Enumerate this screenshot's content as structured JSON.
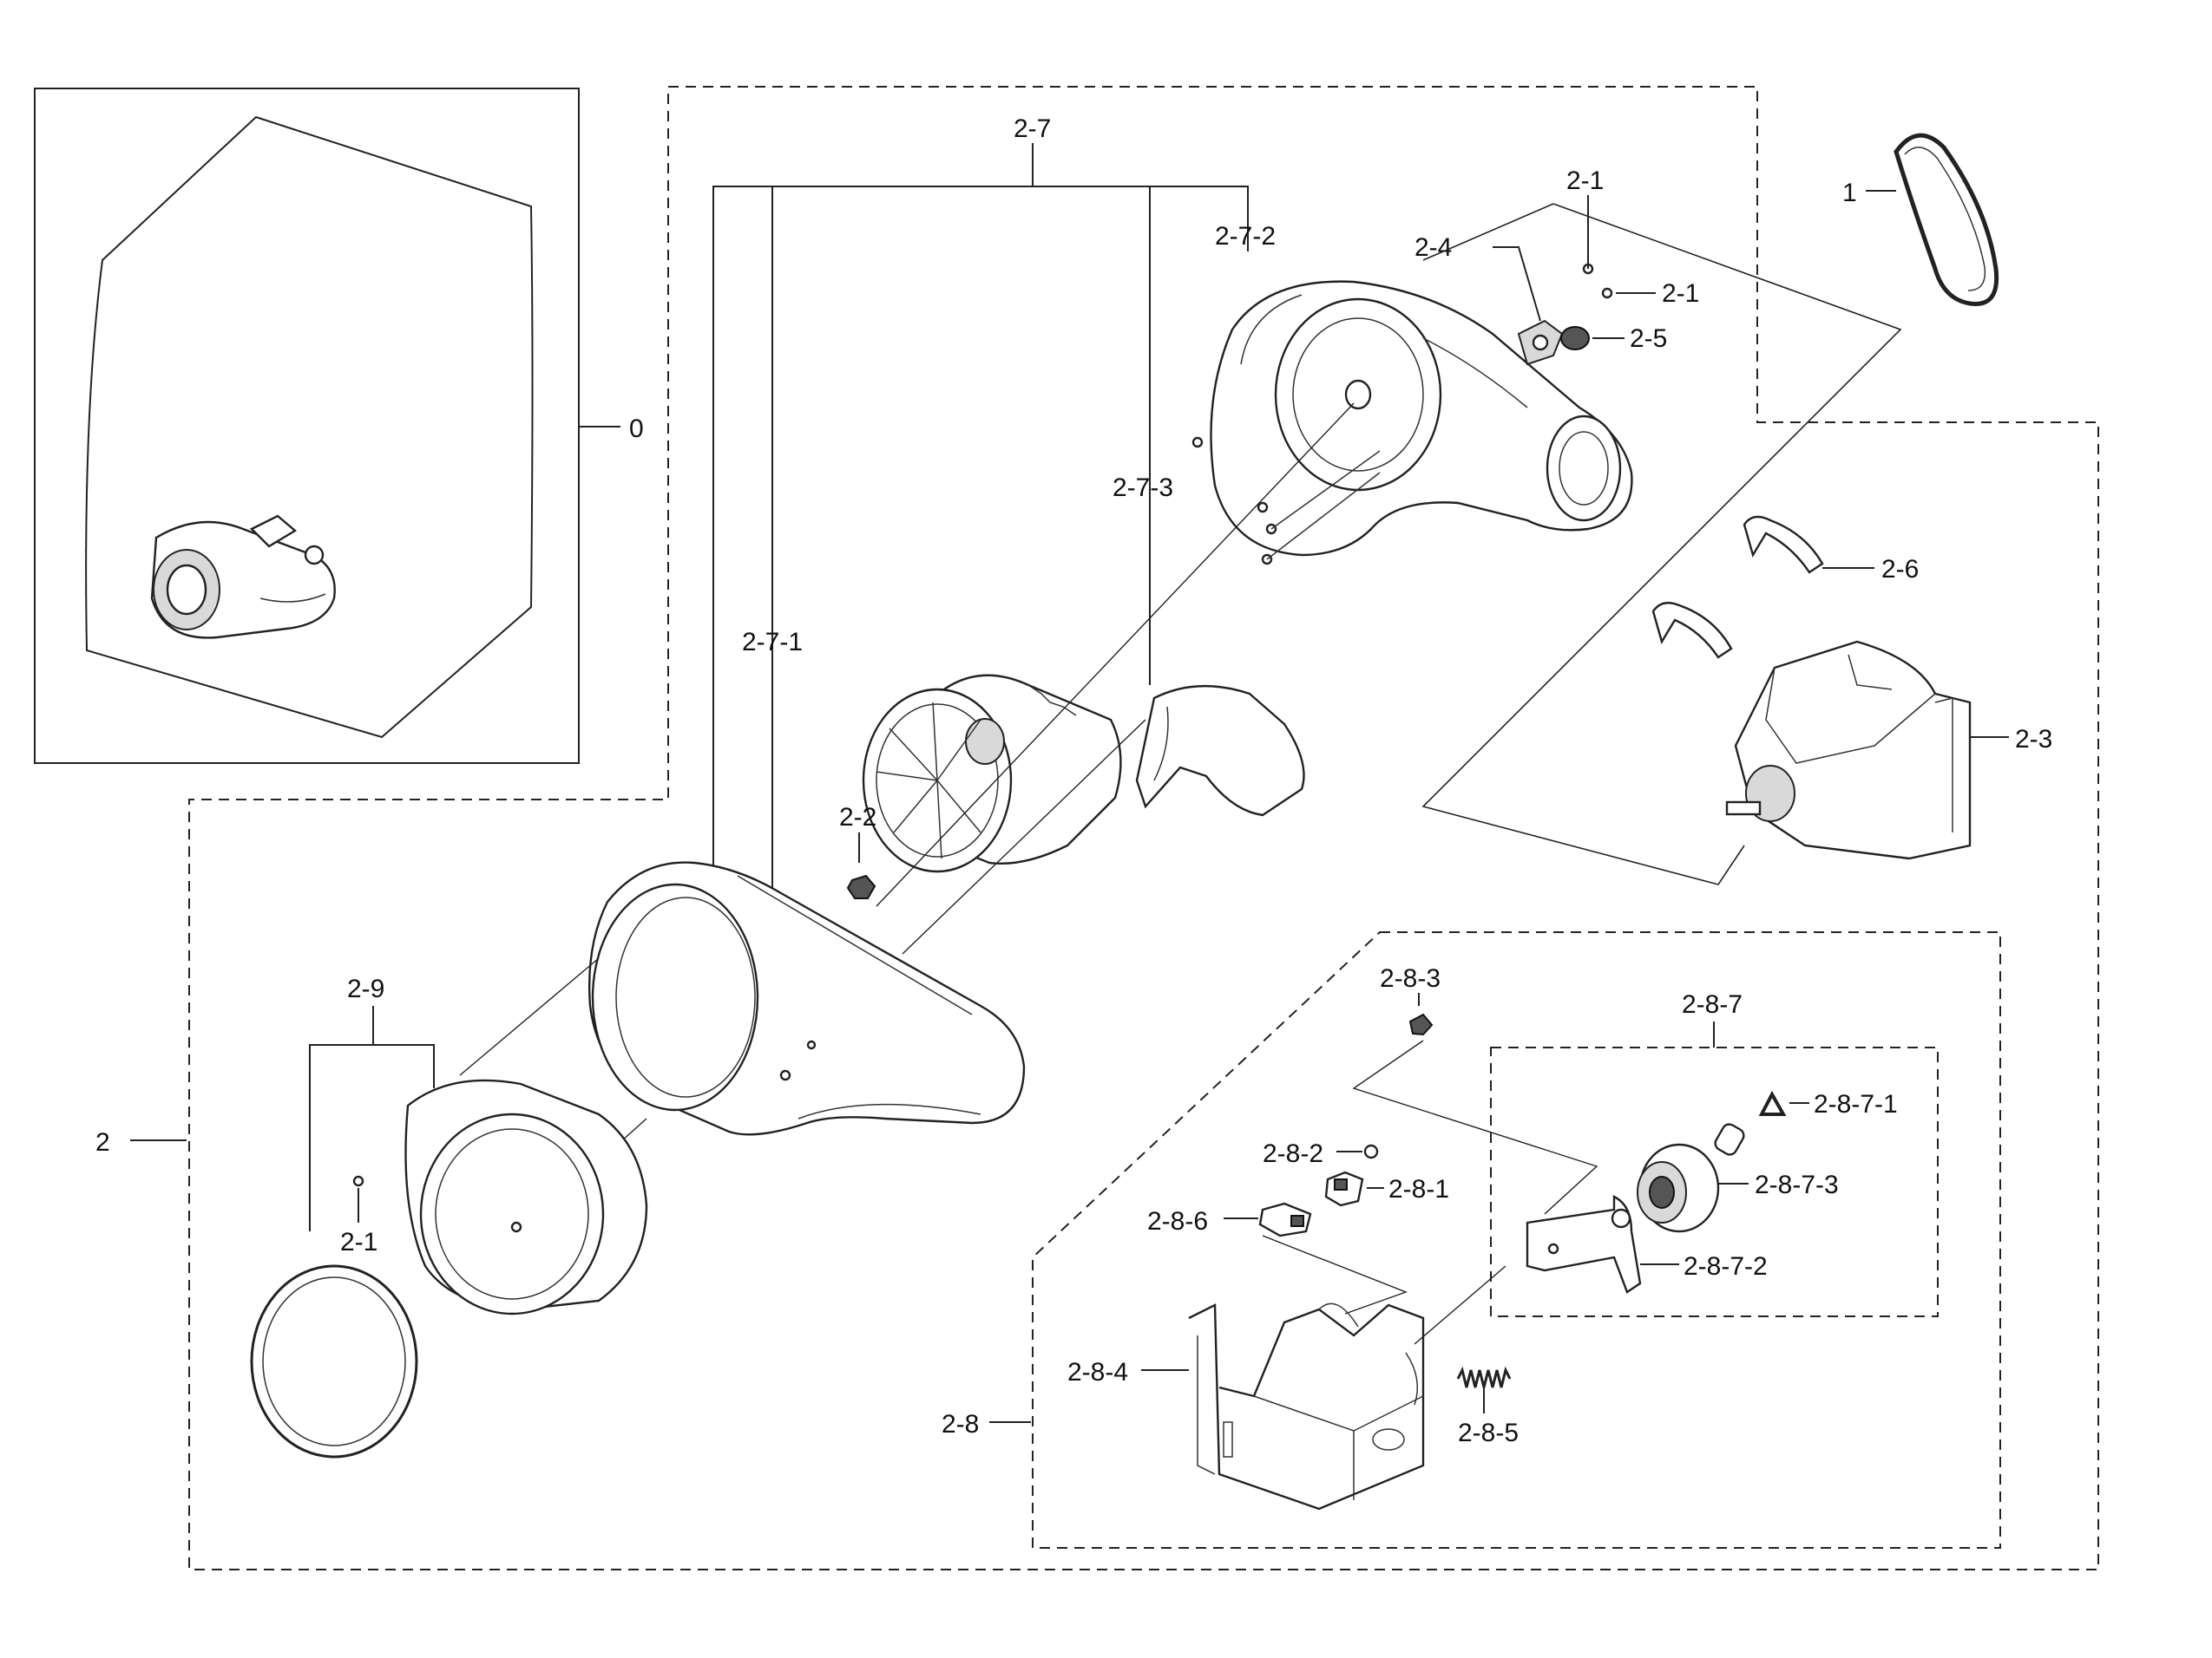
{
  "labels": {
    "l0": "0",
    "l1": "1",
    "l2": "2",
    "l2_1a": "2-1",
    "l2_1b": "2-1",
    "l2_1c": "2-1",
    "l2_2": "2-2",
    "l2_3": "2-3",
    "l2_4": "2-4",
    "l2_5": "2-5",
    "l2_6": "2-6",
    "l2_7": "2-7",
    "l2_7_1": "2-7-1",
    "l2_7_2": "2-7-2",
    "l2_7_3": "2-7-3",
    "l2_8": "2-8",
    "l2_8_1": "2-8-1",
    "l2_8_2": "2-8-2",
    "l2_8_3": "2-8-3",
    "l2_8_4": "2-8-4",
    "l2_8_5": "2-8-5",
    "l2_8_6": "2-8-6",
    "l2_8_7": "2-8-7",
    "l2_8_7_1": "2-8-7-1",
    "l2_8_7_2": "2-8-7-2",
    "l2_8_7_3": "2-8-7-3",
    "l2_9": "2-9"
  },
  "colors": {
    "line": "#222222",
    "background": "#ffffff"
  }
}
